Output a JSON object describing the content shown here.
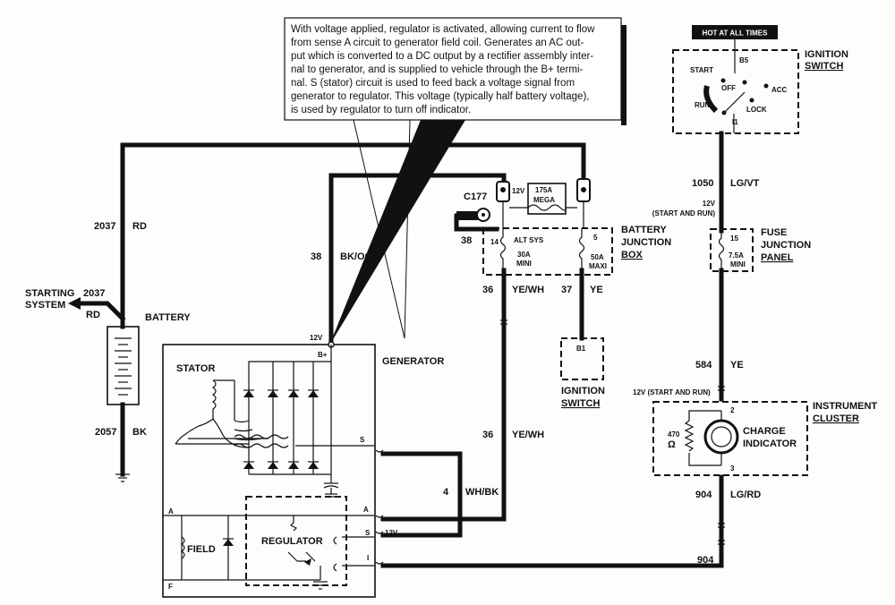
{
  "note": {
    "lines": [
      "With voltage applied, regulator is activated, allowing current to flow",
      "from sense A circuit to generator field coil.  Generates an AC out-",
      "put which is converted to a DC output by a rectifier assembly inter-",
      "nal to generator, and is supplied to vehicle through the B+ termi-",
      "nal.   S (stator) circuit is used to feed back a voltage signal from",
      "generator to regulator. This voltage (typically half battery voltage),",
      "is used by regulator to turn off indicator."
    ]
  },
  "hot_label": "HOT AT ALL TIMES",
  "ignition_switch": {
    "title": [
      "IGNITION",
      "SWITCH"
    ],
    "pins": {
      "top": "B5",
      "bottom": "I1"
    },
    "positions": {
      "start": "START",
      "off": "OFF",
      "acc": "ACC",
      "run": "RUN",
      "lock": "LOCK"
    }
  },
  "wires": {
    "w1050": {
      "num": "1050",
      "color": "LG/VT"
    },
    "start_run_12v": [
      "12V",
      "(START AND RUN)"
    ],
    "w2037": {
      "num": "2037",
      "color": "RD"
    },
    "w38": {
      "num": "38",
      "color": "BK/OG"
    },
    "w38b": "38",
    "w36a": {
      "num": "36",
      "color": "YE/WH"
    },
    "w37": {
      "num": "37",
      "color": "YE"
    },
    "w36b": {
      "num": "36",
      "color": "YE/WH"
    },
    "w584": {
      "num": "584",
      "color": "YE"
    },
    "w4": {
      "num": "4",
      "color": "WH/BK"
    },
    "w904a": {
      "num": "904",
      "color": "LG/RD"
    },
    "w904b": "904",
    "w2057": {
      "num": "2057",
      "color": "BK"
    }
  },
  "connector": "C177",
  "bjb": {
    "title": [
      "BATTERY",
      "JUNCTION",
      "BOX"
    ],
    "v12": "12V",
    "mega": [
      "175A",
      "MEGA"
    ],
    "pin14": "14",
    "alt": [
      "ALT SYS",
      "30A",
      "MINI"
    ],
    "pin5": "5",
    "maxi": [
      "50A",
      "MAXI"
    ]
  },
  "fjp": {
    "title": [
      "FUSE",
      "JUNCTION",
      "PANEL"
    ],
    "pin": "15",
    "fuse": [
      "7.5A",
      "MINI"
    ]
  },
  "starting_system": {
    "label": [
      "STARTING",
      "SYSTEM"
    ],
    "num": "2037",
    "color": "RD"
  },
  "battery_label": "BATTERY",
  "ign_switch2": {
    "pin": "B1",
    "title": [
      "IGNITION",
      "SWITCH"
    ]
  },
  "generator": {
    "label": "GENERATOR",
    "v12": "12V",
    "bplus": "B+",
    "stator": "STATOR",
    "field": "FIELD",
    "regulator": "REGULATOR",
    "terms": {
      "s": "S",
      "a": "A",
      "f": "F",
      "i": "I"
    },
    "v12s": "12V"
  },
  "cluster": {
    "v12": "12V (START AND RUN)",
    "title": [
      "INSTRUMENT",
      "CLUSTER"
    ],
    "pin2": "2",
    "pin3": "3",
    "resistor": [
      "470",
      "Ω"
    ],
    "indicator": [
      "CHARGE",
      "INDICATOR"
    ]
  }
}
